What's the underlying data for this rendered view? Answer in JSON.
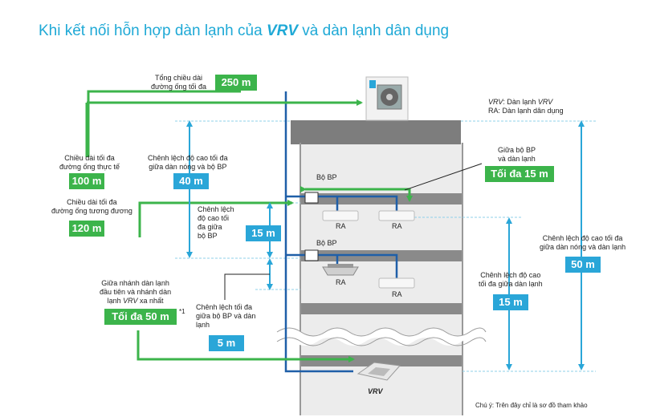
{
  "title": {
    "prefix": "Khi kết nối hỗn hợp dàn lạnh của ",
    "brand": "VRV",
    "suffix": " và dàn lạnh dân dụng"
  },
  "legend": {
    "vrv_key": "VRV",
    "vrv_text": ": Dàn lạnh ",
    "vrv_brand": "VRV",
    "ra": "RA: Dàn lạnh dân dụng"
  },
  "total_length": {
    "label": "Tổng chiều dài\nđường ống tối đa",
    "value": "250 m"
  },
  "actual_length": {
    "label": "Chiều dài tối đa\nđường ống thực tế",
    "value": "100 m"
  },
  "equiv_length": {
    "label": "Chiều dài tối đa\nđường ống tương đương",
    "value": "120 m"
  },
  "branch_length": {
    "label_l1": "Giữa nhánh dàn lạnh",
    "label_l2": "đầu tiên và nhánh dàn",
    "label_l3a": "lạnh ",
    "label_brand": "VRV",
    "label_l3b": " xa nhất",
    "value": "Tối đa 50 m",
    "note": "*1"
  },
  "outdoor_bp": {
    "label": "Chênh lệch độ cao tối đa\ngiữa dàn nóng và bộ BP",
    "value": "40 m"
  },
  "between_bp": {
    "label": "Chênh lệch\nđộ cao tối\nđa giữa\nbộ BP",
    "value": "15 m"
  },
  "bp_ra": {
    "label": "Chênh lệch tối đa\ngiữa bộ BP và dàn\nlạnh",
    "value": "5 m"
  },
  "bp_to_ra_len": {
    "label": "Giữa bộ BP\nvà dàn lạnh",
    "value": "Tối đa 15 m"
  },
  "indoor_height": {
    "label": "Chênh lệch độ cao\ntối đa giữa dàn lạnh",
    "value": "15 m"
  },
  "outdoor_indoor": {
    "label": "Chênh lệch độ cao tối đa\ngiữa dàn nóng và dàn lạnh",
    "value": "50 m"
  },
  "bp_unit_1": "Bộ BP",
  "bp_unit_2": "Bộ BP",
  "ra_units": [
    "RA",
    "RA",
    "RA",
    "RA"
  ],
  "vrv_unit_label": "VRV",
  "footnote": "Chú ý: Trên đây chỉ là sơ đồ tham khảo",
  "colors": {
    "green": "#3cb44b",
    "blue": "#2aa6d8",
    "pipe_blue": "#1f5fa8",
    "slab": "#8a8a8a",
    "building": "#e6e6e6"
  }
}
